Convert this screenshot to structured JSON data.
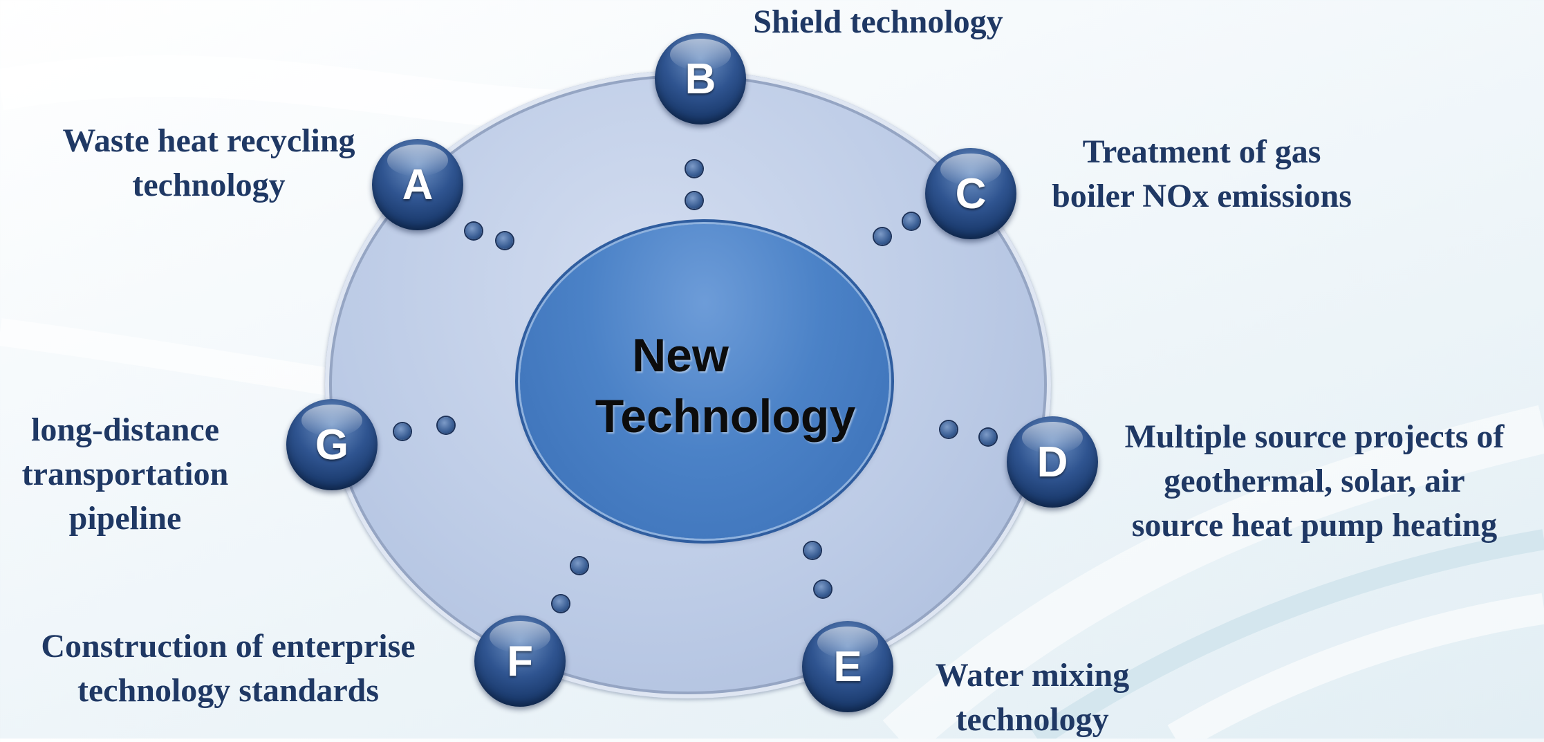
{
  "center": {
    "line1": "New",
    "line2": "Technology"
  },
  "nodes": {
    "A": {
      "letter": "A",
      "label": [
        "Waste heat recycling",
        "technology"
      ]
    },
    "B": {
      "letter": "B",
      "label": [
        "Shield technology"
      ]
    },
    "C": {
      "letter": "C",
      "label": [
        "Treatment of gas",
        "boiler NOx emissions"
      ]
    },
    "D": {
      "letter": "D",
      "label": [
        "Multiple source projects of",
        "geothermal, solar, air",
        "source heat pump heating"
      ]
    },
    "E": {
      "letter": "E",
      "label": [
        "Water mixing",
        "technology"
      ]
    },
    "F": {
      "letter": "F",
      "label": [
        "Construction of enterprise",
        "technology standards"
      ]
    },
    "G": {
      "letter": "G",
      "label": [
        "long-distance",
        "transportation",
        "pipeline"
      ]
    }
  },
  "colors": {
    "label_text": "#1f3864",
    "node_fill": "#2f5490",
    "hub_fill": "#4b82c7",
    "ring_fill": "#bccbe6"
  }
}
